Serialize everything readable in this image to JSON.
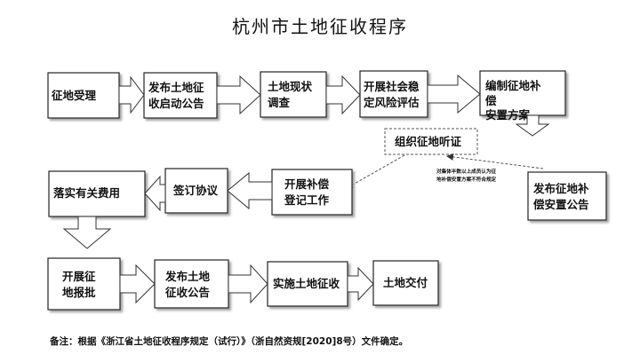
{
  "title": "杭州市土地征收程序",
  "steps": {
    "s1": "征地受理",
    "s2_l1": "发布土地征",
    "s2_l2": "收启动公告",
    "s3_l1": "土地现状",
    "s3_l2": "调查",
    "s4_l1": "开展社会稳",
    "s4_l2": "定风险评估",
    "s5_l1": "编制征地补",
    "s5_l2": "偿",
    "s5_l3": "安置方案",
    "hearing": "组织征地听证",
    "s6_l1": "发布征地补",
    "s6_l2": "偿安置公告",
    "s7_l1": "开展补偿",
    "s7_l2": "登记工作",
    "s8": "签订协议",
    "s9": "落实有关费用",
    "s10_l1": "开展征",
    "s10_l2": "地报批",
    "s11_l1": "发布土地",
    "s11_l2": "征收公告",
    "s12": "实施土地征收",
    "s13": "土地交付"
  },
  "hearing_condition_l1": "对集体半数以上成员认为征",
  "hearing_condition_l2": "地补偿安置方案不符合规定",
  "footnote": "备注：根据《浙江省土地征收程序规定（试行）》（浙自然资规[2020]8号）文件确定。"
}
